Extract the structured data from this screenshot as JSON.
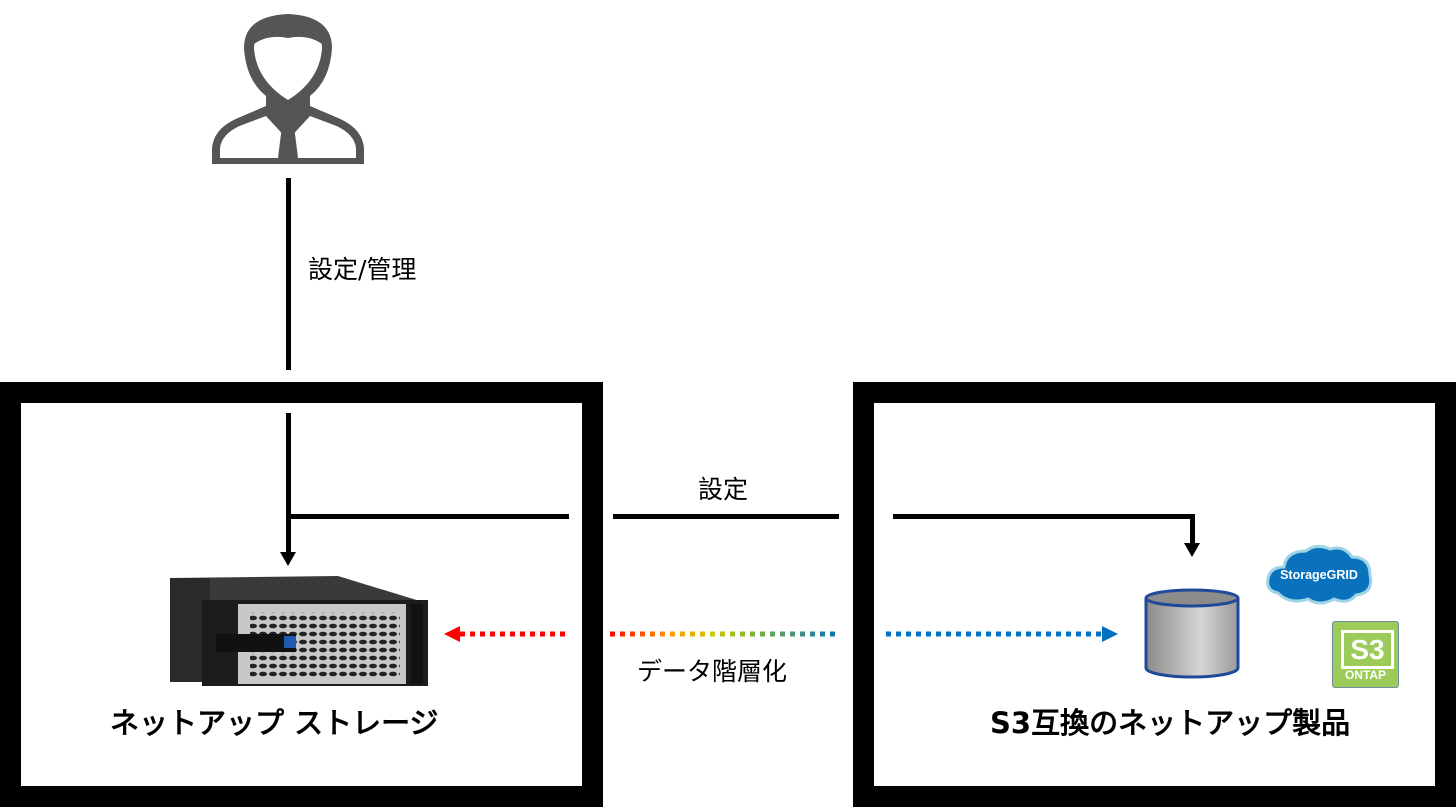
{
  "labels": {
    "config_manage": "設定/管理",
    "config": "設定",
    "data_tiering": "データ階層化"
  },
  "left_box": {
    "title": "ネットアップ ストレージ"
  },
  "right_box": {
    "title": "S3互換のネットアップ製品"
  },
  "logos": {
    "storagegrid": "StorageGRID",
    "s3": "S3",
    "ontap": "ONTAP"
  },
  "colors": {
    "tier_start": "#ff0000",
    "tier_end": "#0070c0",
    "cloud": "#0a72bd",
    "ontap_green": "#9dcb5a"
  }
}
